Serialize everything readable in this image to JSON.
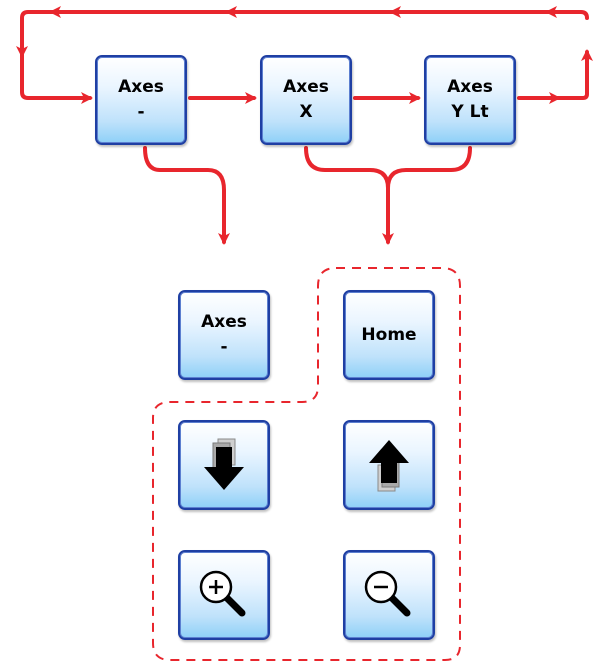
{
  "colors": {
    "arrow": "#e8262d",
    "button_border": "#1f3fa3",
    "button_fill_top": "#ffffff",
    "button_fill_bottom": "#8ed0f7"
  },
  "top_row": [
    {
      "line1": "Axes",
      "line2": "-"
    },
    {
      "line1": "Axes",
      "line2": "X"
    },
    {
      "line1": "Axes",
      "line2": "Y Lt"
    }
  ],
  "bottom_axes": {
    "line1": "Axes",
    "line2": "-"
  },
  "home": {
    "label": "Home"
  },
  "icons": {
    "down": "arrow-down-icon",
    "up": "arrow-up-icon",
    "zoom_in": "zoom-in-icon",
    "zoom_out": "zoom-out-icon"
  }
}
